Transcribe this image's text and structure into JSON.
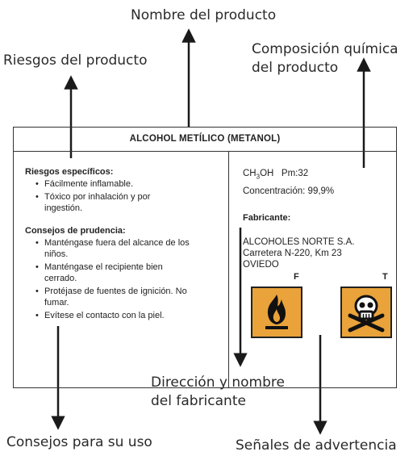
{
  "callouts": {
    "product_name": "Nombre del producto",
    "risks": "Riesgos del producto",
    "composition_line1": "Composición química",
    "composition_line2": "del producto",
    "manufacturer_line1": "Dirección y nombre",
    "manufacturer_line2": "del fabricante",
    "usage": "Consejos para su uso",
    "warnings": "Señales de advertencia"
  },
  "label": {
    "title": "ALCOHOL METÍLICO (METANOL)",
    "risks_heading": "Riesgos específicos:",
    "risks": [
      "Fácilmente inflamable.",
      "Tóxico por inhalación y por ingestión."
    ],
    "advice_heading": "Consejos de prudencia:",
    "advice": [
      "Manténgase fuera del alcance de los niños.",
      "Manténgase el recipiente bien cerrado.",
      "Protéjase de fuentes de ignición. No fumar.",
      "Evítese el contacto con la piel."
    ],
    "formula_prefix": "CH",
    "formula_sub": "3",
    "formula_suffix": "OH",
    "molar_mass": "Pm:32",
    "concentration": "Concentración: 99,9%",
    "manufacturer_heading": "Fabricante:",
    "manufacturer_name": "ALCOHOLES NORTE S.A.",
    "manufacturer_address": "Carretera N-220, Km 23",
    "manufacturer_city": "OVIEDO",
    "hazard_f_letter": "F",
    "hazard_t_letter": "T",
    "hazard_f_icon": "flame-icon",
    "hazard_t_icon": "skull-crossbones-icon",
    "hazard_color": "#e9a33a"
  }
}
